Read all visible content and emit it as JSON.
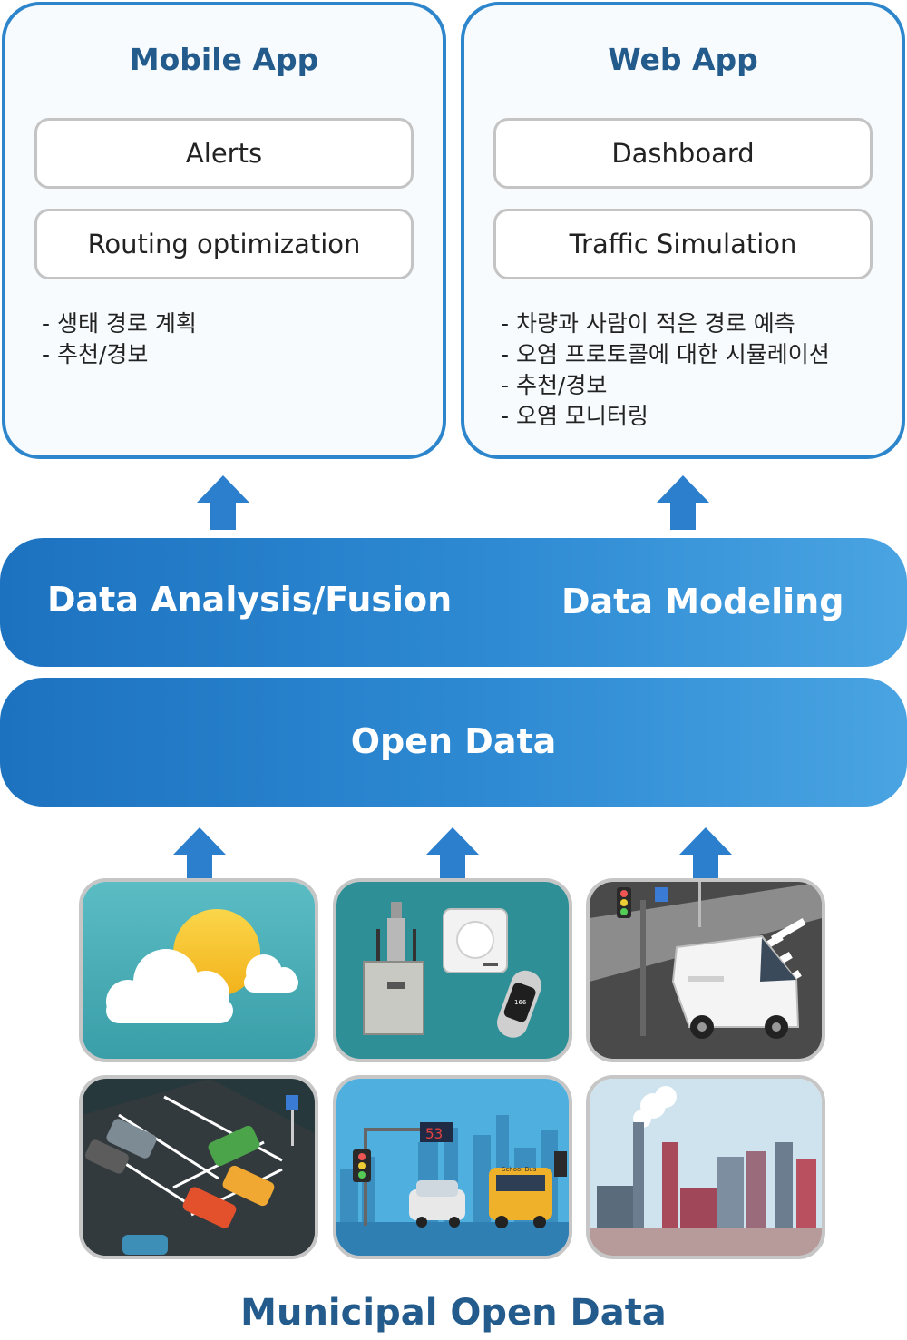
{
  "mobile_app": {
    "title": "Mobile App",
    "features": [
      "Alerts",
      "Routing optimization"
    ],
    "notes": [
      "- 생태 경로 계획",
      "- 추천/경보"
    ]
  },
  "web_app": {
    "title": "Web App",
    "features": [
      "Dashboard",
      "Traffic Simulation"
    ],
    "notes": [
      "- 차량과 사람이 적은 경로 예측",
      "- 오염 프로토콜에 대한 시뮬레이션",
      "- 추천/경보",
      "- 오염 모니터링"
    ]
  },
  "layers": {
    "analysis": "Data Analysis/Fusion",
    "modeling": "Data Modeling",
    "open_data": "Open Data"
  },
  "images": {
    "speed_sign": "53",
    "bus_sign": "School Bus",
    "band_reading": "166"
  },
  "footer": {
    "title": "Municipal Open Data"
  },
  "colors": {
    "accent": "#2d86cc",
    "title": "#235b8c",
    "band_start": "#1d72bf",
    "band_end": "#4aa4e2",
    "arrow": "#2b7fcd"
  },
  "icons": [
    "weather-icon",
    "sensor-devices-icon",
    "monitoring-van-icon",
    "parking-lot-icon",
    "road-traffic-icon",
    "industrial-plant-icon",
    "up-arrow-icon"
  ]
}
